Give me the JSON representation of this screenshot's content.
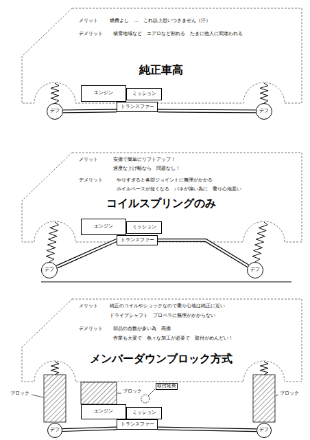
{
  "diagram": {
    "nodes": [
      {
        "text": [
          "メリット",
          "燃費よし　…　これ以上思いつきません（汗）",
          "デメリット",
          "積雪地域など　エアロなど割れる　たまに他人に間違われる",
          "純正車高"
        ]
      },
      {
        "text": [
          "エンジン"
        ],
        "in": 0
      },
      {
        "text": [
          "ミッション"
        ],
        "in": 0
      },
      {
        "text": [
          "トランスファー"
        ],
        "in": 0
      },
      {
        "text": [
          "デフ"
        ]
      },
      {
        "text": [
          "デフ"
        ]
      },
      {
        "text": [
          "メリット",
          "安価で簡単にリフトアップ！",
          "適度な上げ幅なら　問題なし！",
          "デメリット",
          "やりすぎると各部ジョイントに無理がかかる",
          "ホイルベースが短くなる　バネが強い為に　乗り心地悪い",
          "コイルスプリングのみ"
        ]
      },
      {
        "text": [
          "エンジン"
        ],
        "in": 6
      },
      {
        "text": [
          "ミッション"
        ],
        "in": 6
      },
      {
        "text": [
          "トランスファー"
        ],
        "in": 6
      },
      {
        "text": [
          "デフ"
        ]
      },
      {
        "text": [
          "デフ"
        ]
      },
      {
        "text": [
          "メリット",
          "純正のコイルやショックなので乗り心地は純正に近い",
          "ドライブシャフト　プロペラに無理がかからない",
          "デメリット",
          "部品の点数が多い為　高価",
          "作業も大変で　色々な加工が必要で　取付がめんどい！",
          "メンバーダウンブロック方式"
        ]
      },
      {
        "text": [
          "エンジン"
        ]
      },
      {
        "text": [
          "ミッション"
        ]
      },
      {
        "text": [
          "トランスファー"
        ]
      },
      {
        "text": [
          "デフ"
        ]
      },
      {
        "text": [
          "デフ"
        ]
      }
    ],
    "edges": [
      {
        "from": 3,
        "to": 4,
        "arrow": "none"
      },
      {
        "from": 3,
        "to": 5,
        "arrow": "none"
      },
      {
        "from": 9,
        "to": 10,
        "arrow": "none"
      },
      {
        "from": 9,
        "to": 11,
        "arrow": "none"
      },
      {
        "from": 15,
        "to": 16,
        "arrow": "none"
      },
      {
        "from": 15,
        "to": 17,
        "arrow": "none"
      }
    ],
    "labels": [
      "ブロック",
      "ブロック",
      "取付延長",
      "ブロック"
    ]
  }
}
